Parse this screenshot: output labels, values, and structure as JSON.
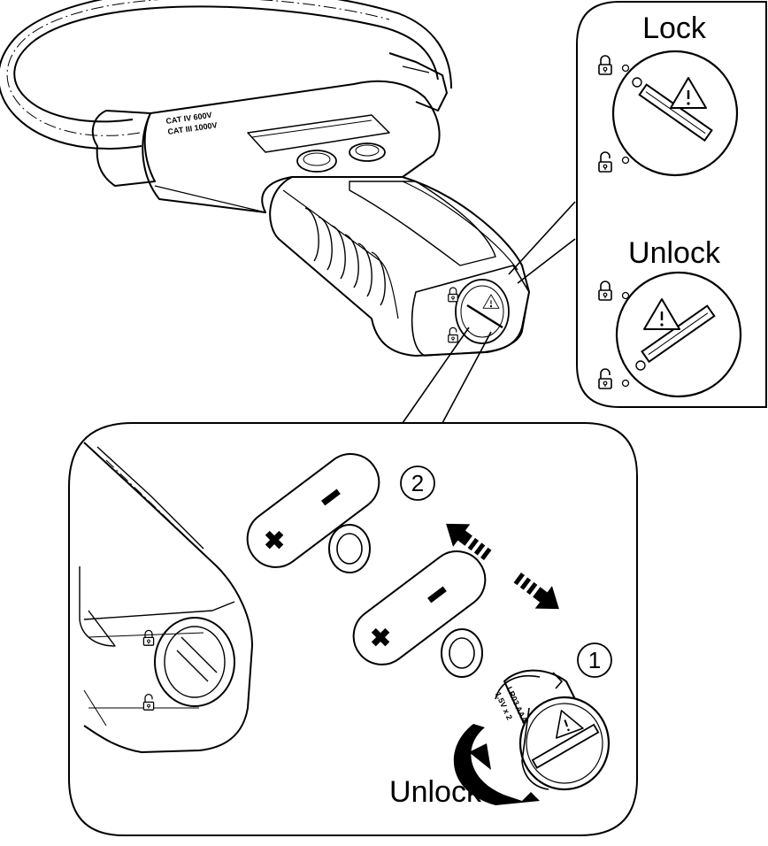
{
  "callouts": {
    "lock_label": "Lock",
    "unlock_label": "Unlock"
  },
  "detail": {
    "step_1": "1",
    "step_2": "2",
    "unlock_label": "Unlock"
  },
  "device": {
    "cat_rating_1": "CAT IV 600V",
    "cat_rating_2": "CAT III 1000V"
  },
  "battery_cap": {
    "battery_type": "1.5V x 2",
    "battery_size": "LR03 AAA"
  },
  "icons": [
    "lock-closed-icon",
    "lock-open-icon",
    "warning-triangle-icon",
    "plus-icon",
    "minus-icon",
    "double-arrow-icon",
    "rotate-arrow-icon"
  ]
}
